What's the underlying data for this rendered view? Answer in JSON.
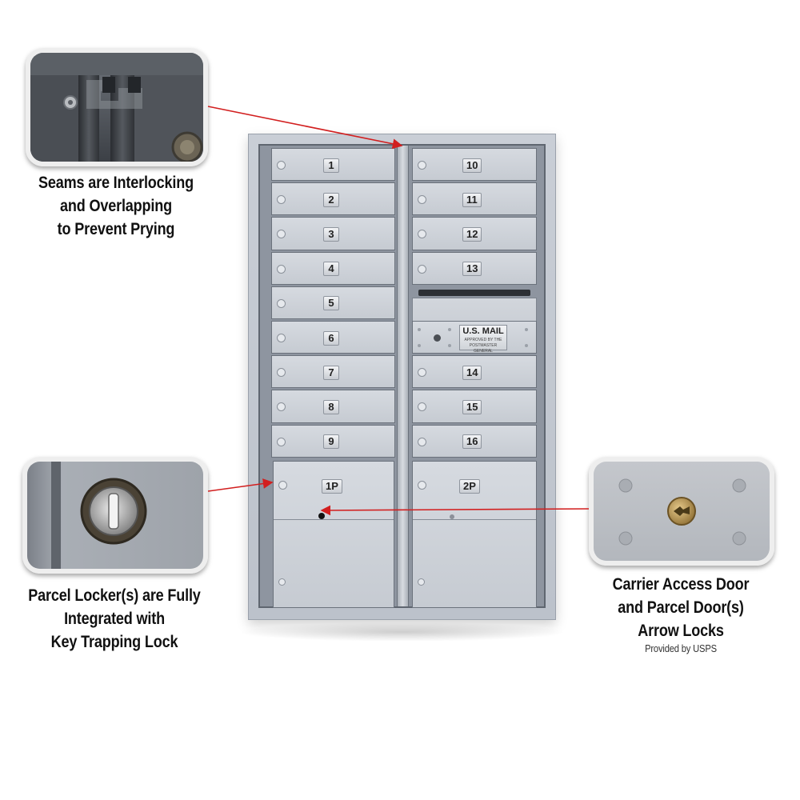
{
  "callouts": {
    "seams": {
      "line1": "Seams are Interlocking",
      "line2": "and Overlapping",
      "line3": "to Prevent Prying"
    },
    "parcel_locker": {
      "line1": "Parcel Locker(s) are Fully",
      "line2": "Integrated with",
      "line3": "Key Trapping Lock"
    },
    "carrier_access": {
      "line1": "Carrier Access Door",
      "line2": "and Parcel Door(s)",
      "line3": "Arrow Locks",
      "note": "Provided by USPS"
    }
  },
  "mailbox": {
    "left_doors": [
      "1",
      "2",
      "3",
      "4",
      "5",
      "6",
      "7",
      "8",
      "9"
    ],
    "right_doors_top": [
      "10",
      "11",
      "12",
      "13"
    ],
    "right_doors_bottom": [
      "14",
      "15",
      "16"
    ],
    "usps_plate": {
      "title": "U.S. MAIL",
      "subtitle": "APPROVED BY THE POSTMASTER GENERAL"
    },
    "parcel_left": "1P",
    "parcel_right": "2P"
  },
  "colors": {
    "arrow": "#d21f1f",
    "metal": "#c9ced6"
  }
}
